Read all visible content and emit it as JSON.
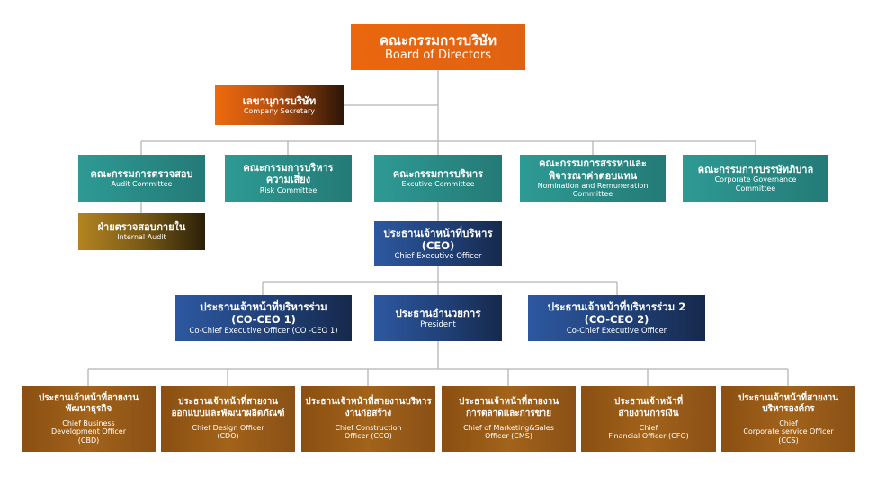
{
  "board": {
    "th": "คณะกรรมการบริษัท",
    "en": "Board of Directors"
  },
  "secretary": {
    "th": "เลขานุการบริษัท",
    "en": "Company Secretary"
  },
  "committees": [
    {
      "th": "คณะกรรมการตรวจสอบ",
      "en": "Audit Committee"
    },
    {
      "th": "คณะกรรมการบริหาร\nความเสี่ยง",
      "en": "Risk Committee"
    },
    {
      "th": "คณะกรรมการบริหาร",
      "en": "Excutive Committee"
    },
    {
      "th": "คณะกรรมการสรรหาและ\nพิจารณาค่าตอบแทน",
      "en": "Nomination and Remuneration\nCommittee"
    },
    {
      "th": "คณะกรรมการบรรษัทภิบาล",
      "en": "Corporate Governance\nCommittee"
    }
  ],
  "internal_audit": {
    "th": "ฝ่ายตรวจสอบภายใน",
    "en": "Internal Audit"
  },
  "ceo": {
    "th": "ประธานเจ้าหน้าที่บริหาร\n(CEO)",
    "en": "Chief Executive Officer"
  },
  "executives": [
    {
      "th": "ประธานเจ้าหน้าที่บริหารร่วม\n(CO-CEO 1)",
      "en": "Co-Chief Executive Officer (CO -CEO 1)"
    },
    {
      "th": "ประธานอำนวยการ",
      "en": "President"
    },
    {
      "th": "ประธานเจ้าหน้าที่บริหารร่วม 2\n(CO-CEO 2)",
      "en": "Co-Chief Executive Officer"
    }
  ],
  "chiefs": [
    {
      "th": "ประธานเจ้าหน้าที่สายงาน\nพัฒนาธุรกิจ",
      "en": "Chief Business\nDevelopment Officer\n(CBD)"
    },
    {
      "th": "ประธานเจ้าหน้าที่สายงาน\nออกแบบและพัฒนาผลิตภัณฑ์",
      "en": "Chief Design Officer\n(CDO)"
    },
    {
      "th": "ประธานเจ้าหน้าที่สายงานบริหาร\nงานก่อสร้าง",
      "en": "Chief Construction\nOfficer (CCO)"
    },
    {
      "th": "ประธานเจ้าหน้าที่สายงาน\nการตลาดและการขาย",
      "en": "Chief of Marketing&Sales\nOfficer (CMS)"
    },
    {
      "th": "ประธานเจ้าหน้าที่\nสายงานการเงิน",
      "en": "Chief\nFinancial Officer (CFO)"
    },
    {
      "th": "ประธานเจ้าหน้าที่สายงาน\nบริหารองค์กร",
      "en": "Chief\nCorporate service Officer\n(CCS)"
    }
  ],
  "colors": {
    "board_orange": "#ea670e",
    "committee_teal": "#2e9a94",
    "exec_navy": "#2d58a0",
    "chief_brown": "#9a5b17",
    "audit_gold": "#b38420",
    "connector_gray": "#b5b5b5"
  }
}
